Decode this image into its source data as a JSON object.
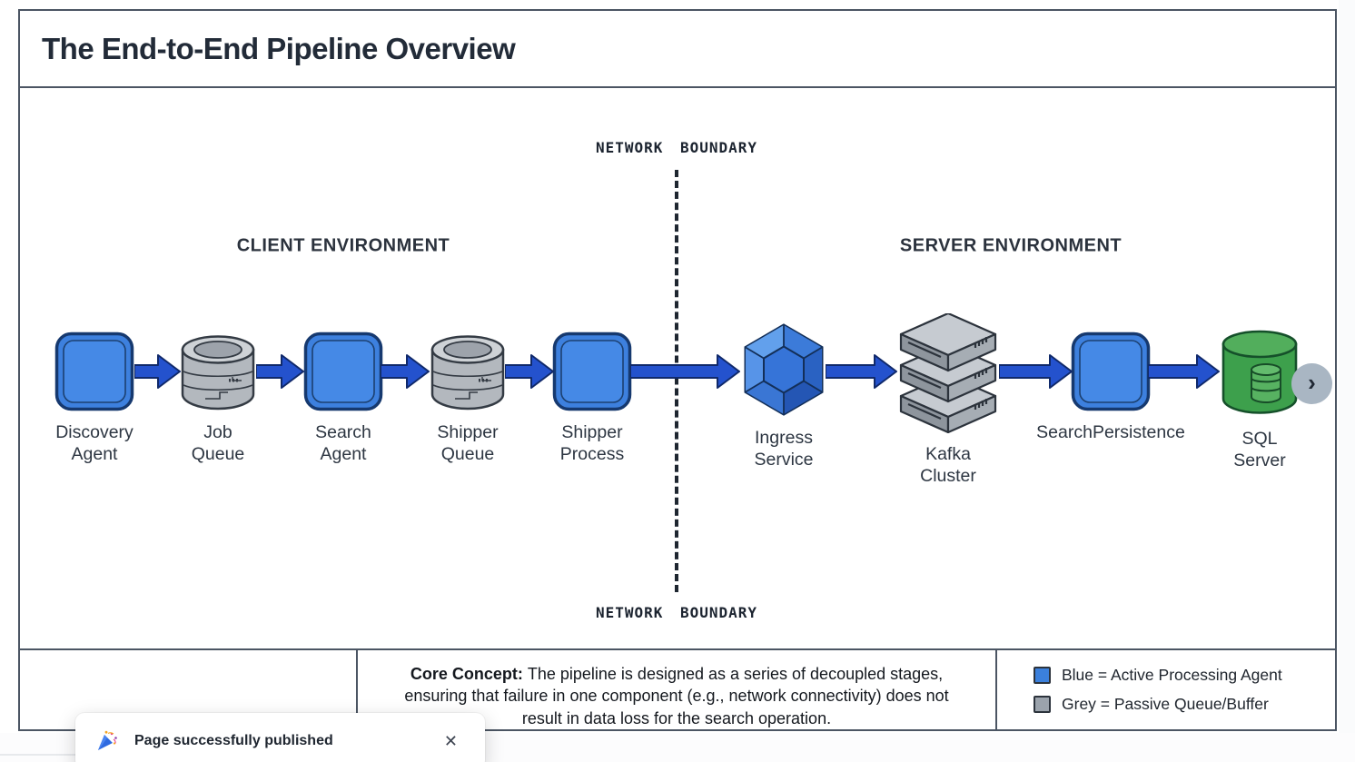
{
  "title": "The End-to-End Pipeline Overview",
  "environments": {
    "client": "CLIENT ENVIRONMENT",
    "server": "SERVER ENVIRONMENT"
  },
  "boundary": {
    "top_label": "NETWORK BOUNDARY",
    "bottom_label": "NETWORK BOUNDARY"
  },
  "nodes": [
    {
      "id": "discovery-agent",
      "label": "Discovery\nAgent",
      "shape": "rounded-square",
      "color": "blue"
    },
    {
      "id": "job-queue",
      "label": "Job\nQueue",
      "shape": "queue-cylinder",
      "color": "grey"
    },
    {
      "id": "search-agent",
      "label": "Search\nAgent",
      "shape": "rounded-square",
      "color": "blue"
    },
    {
      "id": "shipper-queue",
      "label": "Shipper\nQueue",
      "shape": "queue-cylinder",
      "color": "grey"
    },
    {
      "id": "shipper-process",
      "label": "Shipper\nProcess",
      "shape": "rounded-square",
      "color": "blue"
    },
    {
      "id": "ingress-service",
      "label": "Ingress\nService",
      "shape": "hexagon-gem",
      "color": "blue"
    },
    {
      "id": "kafka-cluster",
      "label": "Kafka\nCluster",
      "shape": "server-stack",
      "color": "grey"
    },
    {
      "id": "search-persistence",
      "label": "SearchPersistence",
      "shape": "rounded-square",
      "color": "blue"
    },
    {
      "id": "sql-server",
      "label": "SQL\nServer",
      "shape": "database-cylinder",
      "color": "green"
    }
  ],
  "footer": {
    "core_concept_bold": "Core Concept:",
    "core_concept_text": "The pipeline is designed as a series of decoupled stages, ensuring that failure in one component (e.g., network connectivity) does not result in data loss for the search operation.",
    "legend": [
      {
        "swatch_color": "#3b80dc",
        "label": "Blue = Active Processing Agent"
      },
      {
        "swatch_color": "#9ba3ac",
        "label": "Grey = Passive Queue/Buffer"
      }
    ]
  },
  "toast": {
    "message": "Page successfully published",
    "close_glyph": "✕"
  },
  "nav": {
    "next_chevron": "›"
  },
  "colors": {
    "active_blue": "#3b80dc",
    "passive_grey": "#9ba3ac",
    "database_green": "#3f9e4c",
    "arrow_blue": "#2452cd",
    "frame_border": "#4b5563"
  }
}
